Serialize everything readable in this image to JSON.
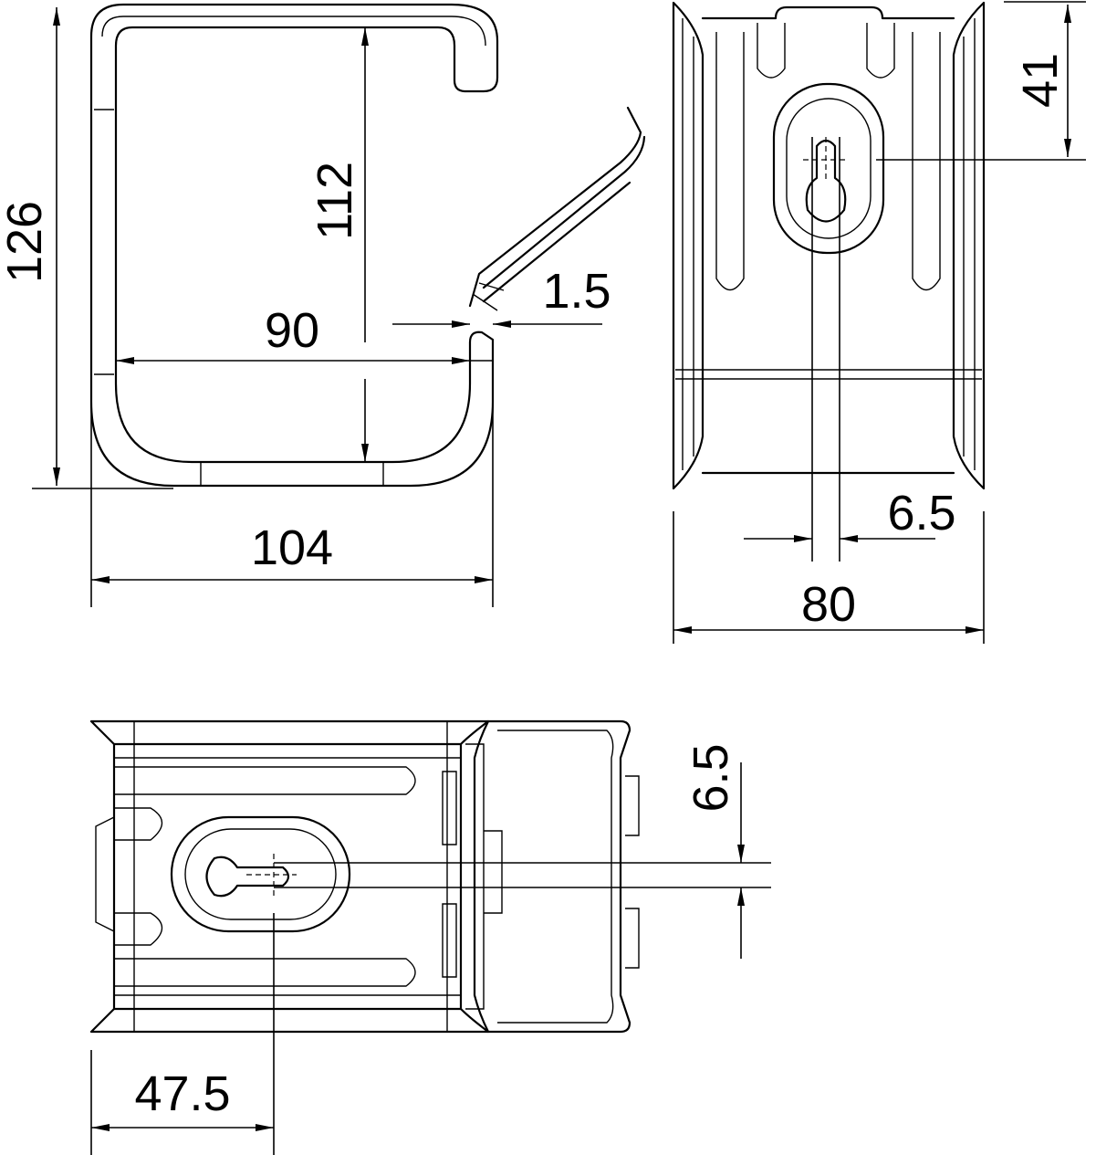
{
  "drawing": {
    "front_view": {
      "height_total": "126",
      "inner_height": "112",
      "inner_width": "90",
      "thickness": "1.5",
      "outer_width": "104"
    },
    "side_view": {
      "hole_offset": "41",
      "hole_width": "6.5",
      "width": "80"
    },
    "top_view": {
      "hole_width": "6.5",
      "hole_position": "47.5"
    }
  }
}
